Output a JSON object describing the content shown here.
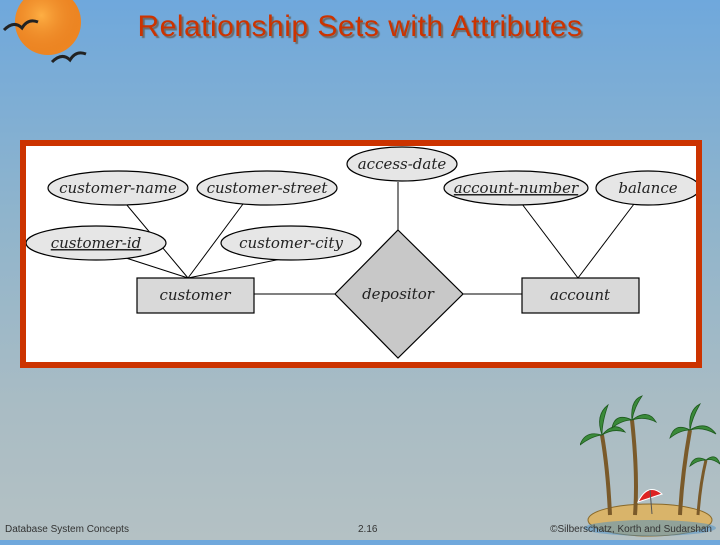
{
  "title": "Relationship Sets with Attributes",
  "diagram": {
    "entities": {
      "customer": "customer",
      "account": "account"
    },
    "relationship": "depositor",
    "attributes": {
      "customer_name": "customer-name",
      "customer_street": "customer-street",
      "customer_id": "customer-id",
      "customer_city": "customer-city",
      "access_date": "access-date",
      "account_number": "account-number",
      "balance": "balance"
    },
    "key_attributes": [
      "customer-id",
      "account-number"
    ]
  },
  "footer": {
    "left": "Database System Concepts",
    "center": "2.16",
    "right": "©Silberschatz, Korth and Sudarshan"
  },
  "colors": {
    "title": "#cc3300",
    "frame": "#cc3300",
    "entity_fill": "#d9d9d9"
  }
}
